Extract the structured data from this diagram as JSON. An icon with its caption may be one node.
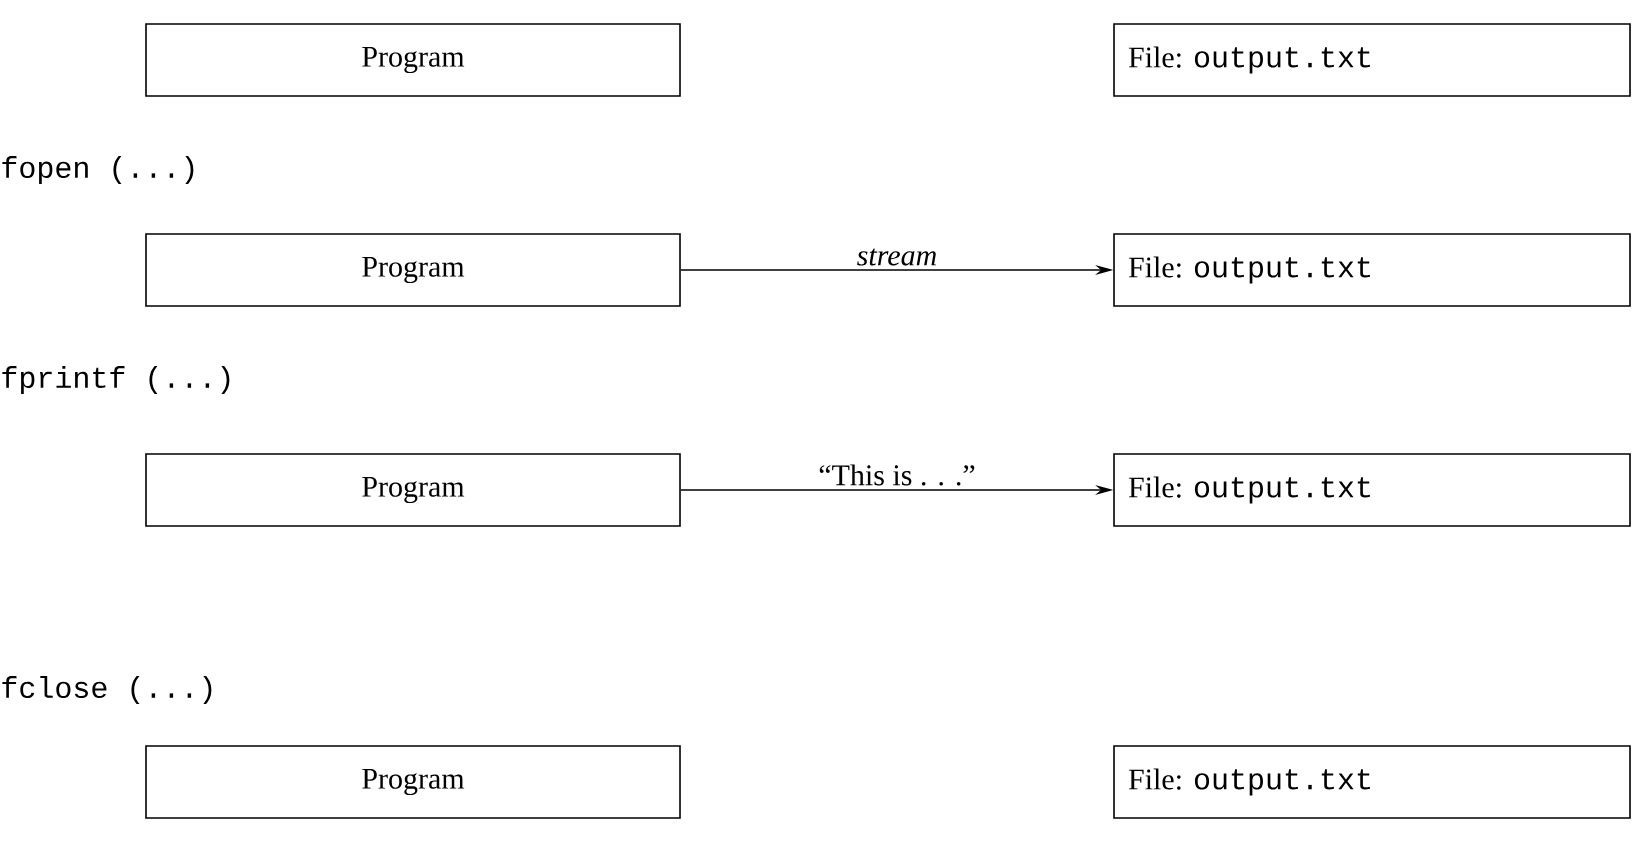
{
  "diagram": {
    "nodes": [
      {
        "text": [
          "Program"
        ]
      },
      {
        "text": [
          "File:",
          "output.txt"
        ]
      },
      {
        "text": [
          "Program"
        ]
      },
      {
        "text": [
          "File:",
          "output.txt"
        ]
      },
      {
        "text": [
          "Program"
        ]
      },
      {
        "text": [
          "File:",
          "output.txt"
        ]
      },
      {
        "text": [
          "Program"
        ]
      },
      {
        "text": [
          "File:",
          "output.txt"
        ]
      }
    ],
    "edges": [
      {
        "from": 2,
        "to": 3,
        "arrow": "to",
        "label": "stream"
      },
      {
        "from": 4,
        "to": 5,
        "arrow": "to",
        "label": "“This is . . .”"
      }
    ],
    "labels": [
      "fopen (...)",
      "fprintf (...)",
      "fclose (...)"
    ]
  }
}
